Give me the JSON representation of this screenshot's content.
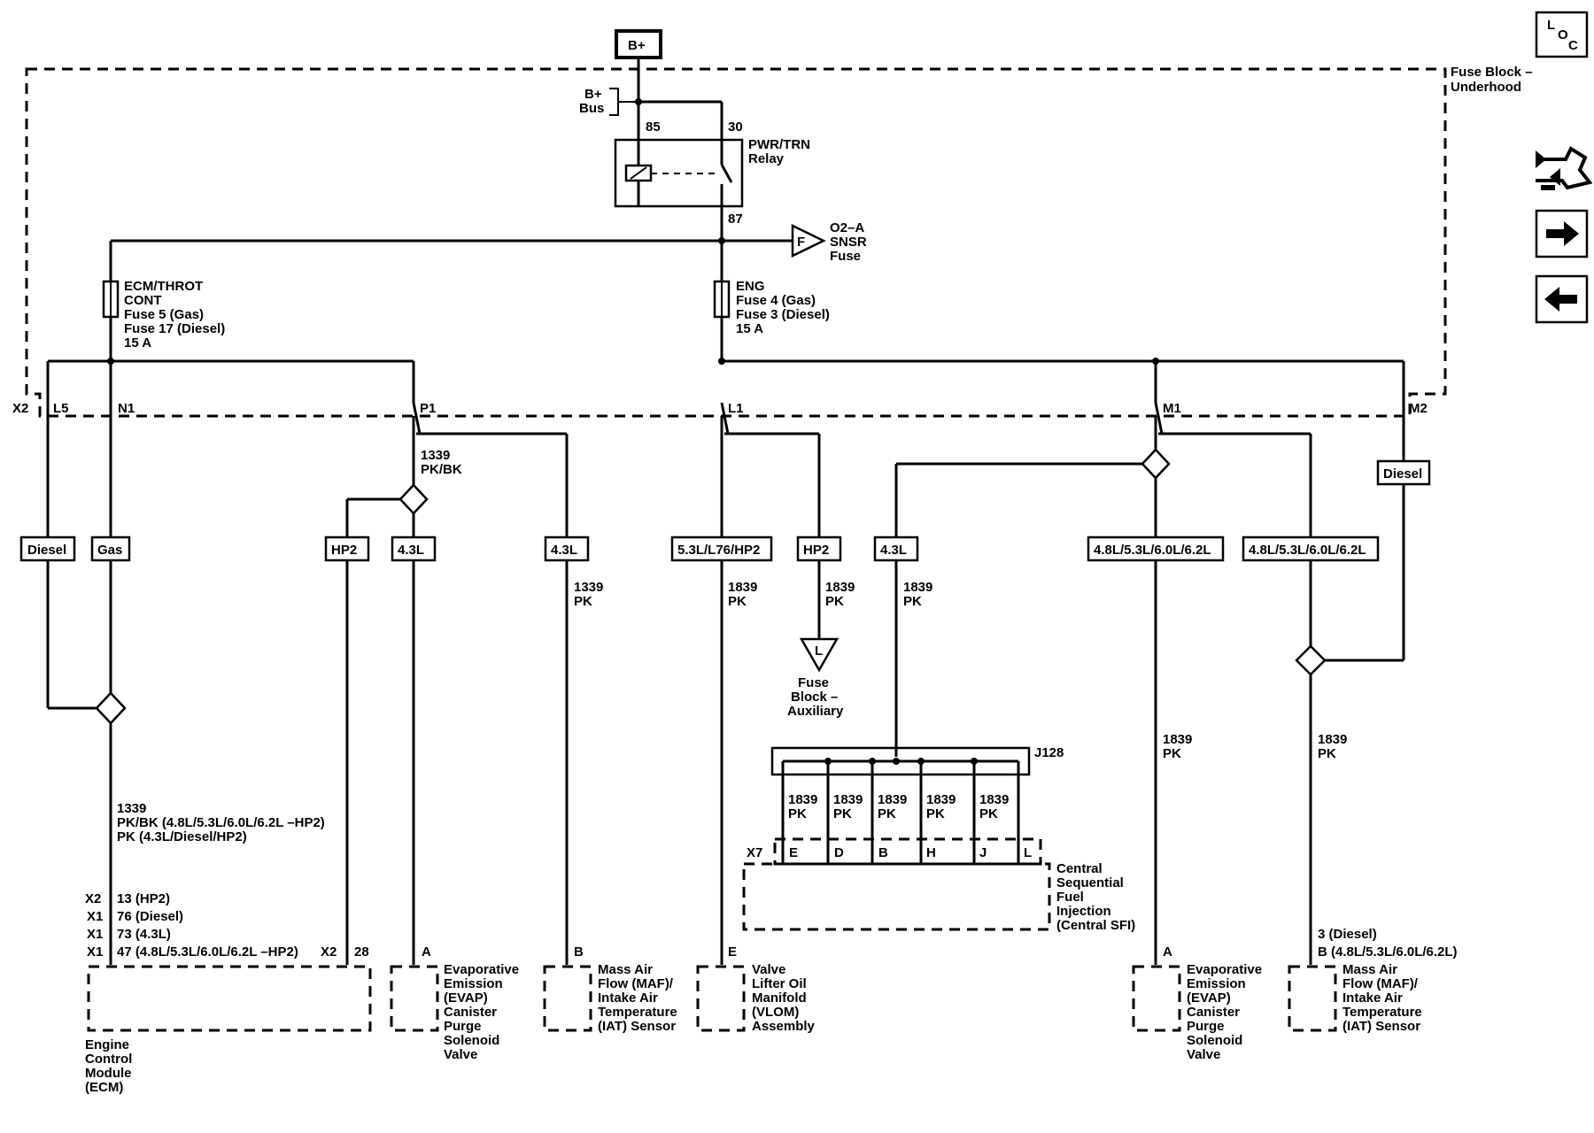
{
  "power": {
    "b_plus": "B+",
    "bus_line1": "B+",
    "bus_line2": "Bus"
  },
  "fuse_block": {
    "line1": "Fuse Block –",
    "line2": "Underhood"
  },
  "relay": {
    "name_line1": "PWR/TRN",
    "name_line2": "Relay",
    "pin_85": "85",
    "pin_30": "30",
    "pin_87": "87"
  },
  "o2_fuse": {
    "marker": "F",
    "line1": "O2–A",
    "line2": "SNSR",
    "line3": "Fuse"
  },
  "fuse_left": [
    "ECM/THROT",
    "CONT",
    "Fuse 5 (Gas)",
    "Fuse 17 (Diesel)",
    "15 A"
  ],
  "fuse_right": [
    "ENG",
    "Fuse 4 (Gas)",
    "Fuse 3 (Diesel)",
    "15 A"
  ],
  "connectors": {
    "x2": "X2",
    "l5": "L5",
    "n1": "N1",
    "p1": "P1",
    "l1": "L1",
    "m1": "M1",
    "m2": "M2"
  },
  "wire_labels": {
    "w1339_pkbk": [
      "1339",
      "PK/BK"
    ],
    "w1339_pk": [
      "1339",
      "PK"
    ],
    "w1839_pk": [
      "1839",
      "PK"
    ],
    "ecm_wire": [
      "1339",
      "PK/BK (4.8L/5.3L/6.0L/6.2L –HP2)",
      "PK (4.3L/Diesel/HP2)"
    ]
  },
  "option_tags": {
    "diesel": "Diesel",
    "gas": "Gas",
    "hp2": "HP2",
    "l43": "4.3L",
    "v8_hp2": "5.3L/L76/HP2",
    "v8": "4.8L/5.3L/6.0L/6.2L"
  },
  "aux_fuse": {
    "marker": "L",
    "line1": "Fuse",
    "line2": "Block –",
    "line3": "Auxiliary"
  },
  "j128": "J128",
  "injector_wires": [
    "1839",
    "PK"
  ],
  "sfi": {
    "x7": "X7",
    "pins": [
      "E",
      "D",
      "B",
      "H",
      "J",
      "L"
    ],
    "label": [
      "Central",
      "Sequential",
      "Fuel",
      "Injection",
      "(Central SFI)"
    ]
  },
  "ecm": {
    "pin_rows": [
      {
        "conn": "X2",
        "text": "13 (HP2)"
      },
      {
        "conn": "X1",
        "text": "76 (Diesel)"
      },
      {
        "conn": "X1",
        "text": "73 (4.3L)"
      },
      {
        "conn": "X1",
        "text": "47 (4.8L/5.3L/6.0L/6.2L –HP2)"
      }
    ],
    "x2": "X2",
    "pin28": "28",
    "label": [
      "Engine",
      "Control",
      "Module",
      "(ECM)"
    ]
  },
  "components": {
    "evap_pin": "A",
    "maf_pin": "B",
    "vlom_pin": "E",
    "evap": [
      "Evaporative",
      "Emission",
      "(EVAP)",
      "Canister",
      "Purge",
      "Solenoid",
      "Valve"
    ],
    "maf": [
      "Mass Air",
      "Flow (MAF)/",
      "Intake Air",
      "Temperature",
      "(IAT) Sensor"
    ],
    "vlom": [
      "Valve",
      "Lifter Oil",
      "Manifold",
      "(VLOM)",
      "Assembly"
    ],
    "maf2_pins": [
      "3 (Diesel)",
      "B (4.8L/5.3L/6.0L/6.2L)"
    ]
  },
  "nav": {
    "loc": [
      "L",
      "O",
      "C"
    ]
  }
}
